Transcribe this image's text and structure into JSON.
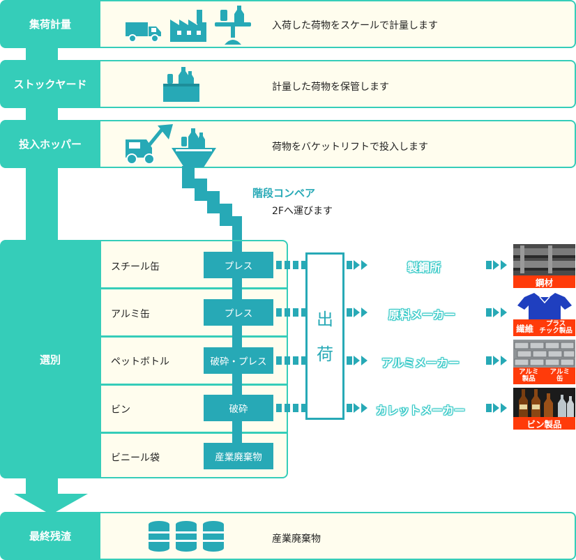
{
  "stages": {
    "collect": {
      "label": "集荷計量",
      "desc": "入荷した荷物をスケールで計量します"
    },
    "stock": {
      "label": "ストックヤード",
      "desc": "計量した荷物を保管します"
    },
    "hopper": {
      "label": "投入ホッパー",
      "desc": "荷物をバケットリフトで投入します"
    },
    "sort": {
      "label": "選別"
    },
    "residue": {
      "label": "最終残渣",
      "desc": "産業廃棄物"
    }
  },
  "conveyor": {
    "title": "階段コンベア",
    "sub": "2Fへ運びます"
  },
  "sorting_rows": [
    {
      "name": "スチール缶",
      "process": "プレス"
    },
    {
      "name": "アルミ缶",
      "process": "プレス"
    },
    {
      "name": "ペットボトル",
      "process": "破砕・プレス"
    },
    {
      "name": "ビン",
      "process": "破砕"
    },
    {
      "name": "ビニール袋",
      "process": "産業廃棄物"
    }
  ],
  "shipping": {
    "c1": "出",
    "c2": "荷"
  },
  "destinations": [
    "製鋼所",
    "原料メーカー",
    "アルミメーカー",
    "カレットメーカー"
  ],
  "products": {
    "steel": "鋼材",
    "fiber_a": "繊維",
    "fiber_b1": "プラス",
    "fiber_b2": "チック製品",
    "alu_a1": "アルミ",
    "alu_a2": "製品",
    "alu_b1": "アルミ",
    "alu_b2": "缶",
    "bin": "ビン製品"
  },
  "colors": {
    "teal": "#35cdb9",
    "dark_teal": "#27a9b6",
    "cream": "#fffdee",
    "orange": "#ff3b0a"
  }
}
